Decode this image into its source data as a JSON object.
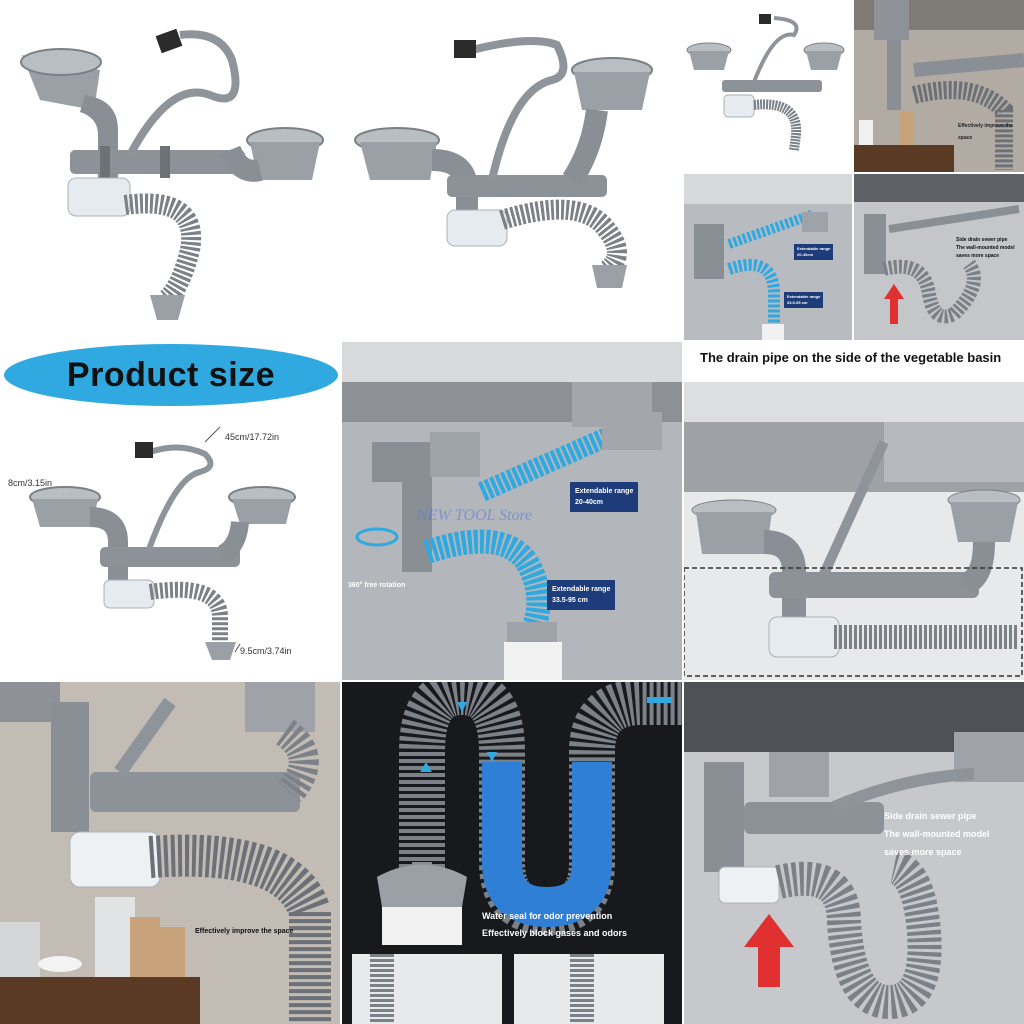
{
  "product_size": {
    "title": "Product size"
  },
  "dimensions": {
    "width_label": "45cm/17.72in",
    "height_label": "8cm/3.15in",
    "pipe_label": "9.5cm/3.74in"
  },
  "installation": {
    "watermark": "NEW TOOL Store",
    "upper_range_title": "Extendable range",
    "upper_range_value": "20-40cm",
    "lower_range_title": "Extendable range",
    "lower_range_value": "33.5-95 cm",
    "rotation": "360° free rotation"
  },
  "side_drain": {
    "title": "The drain pipe on the side of the vegetable basin"
  },
  "lifestyle": {
    "caption": "Effectively improve the space"
  },
  "water_seal": {
    "line1": "Water seal for odor prevention",
    "line2": "Effectively block gases and odors"
  },
  "wall_mount": {
    "line1": "Side drain sewer pipe",
    "line2": "The wall-mounted model",
    "line3": "saves more space"
  },
  "colors": {
    "pipe_gray": "#8a8f96",
    "accent_blue": "#2fa9e0",
    "tag_navy": "#1e3c7a",
    "arrow_red": "#e03030"
  }
}
